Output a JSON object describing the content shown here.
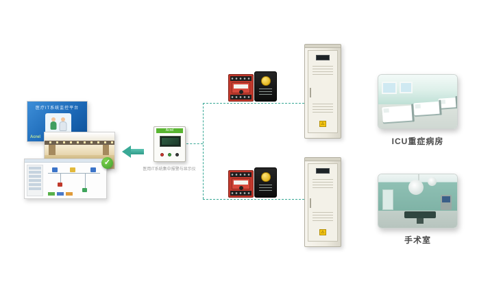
{
  "colors": {
    "line": "#35a794",
    "arrow": "#3aa996",
    "brand_green": "#59b531",
    "label_text": "#4a4a4a"
  },
  "icons": {
    "check": "✓",
    "warning": "⚠"
  },
  "monitor_screens": {
    "overview": {
      "title": "医疗IT系统监控平台",
      "brand": "Acrel"
    }
  },
  "controller": {
    "brand": "Acrel",
    "caption": "医用IT系统集中报警与显示仪"
  },
  "branches": [
    {
      "id": "icu",
      "label": "ICU重症病房"
    },
    {
      "id": "operating-room",
      "label": "手术室"
    }
  ]
}
